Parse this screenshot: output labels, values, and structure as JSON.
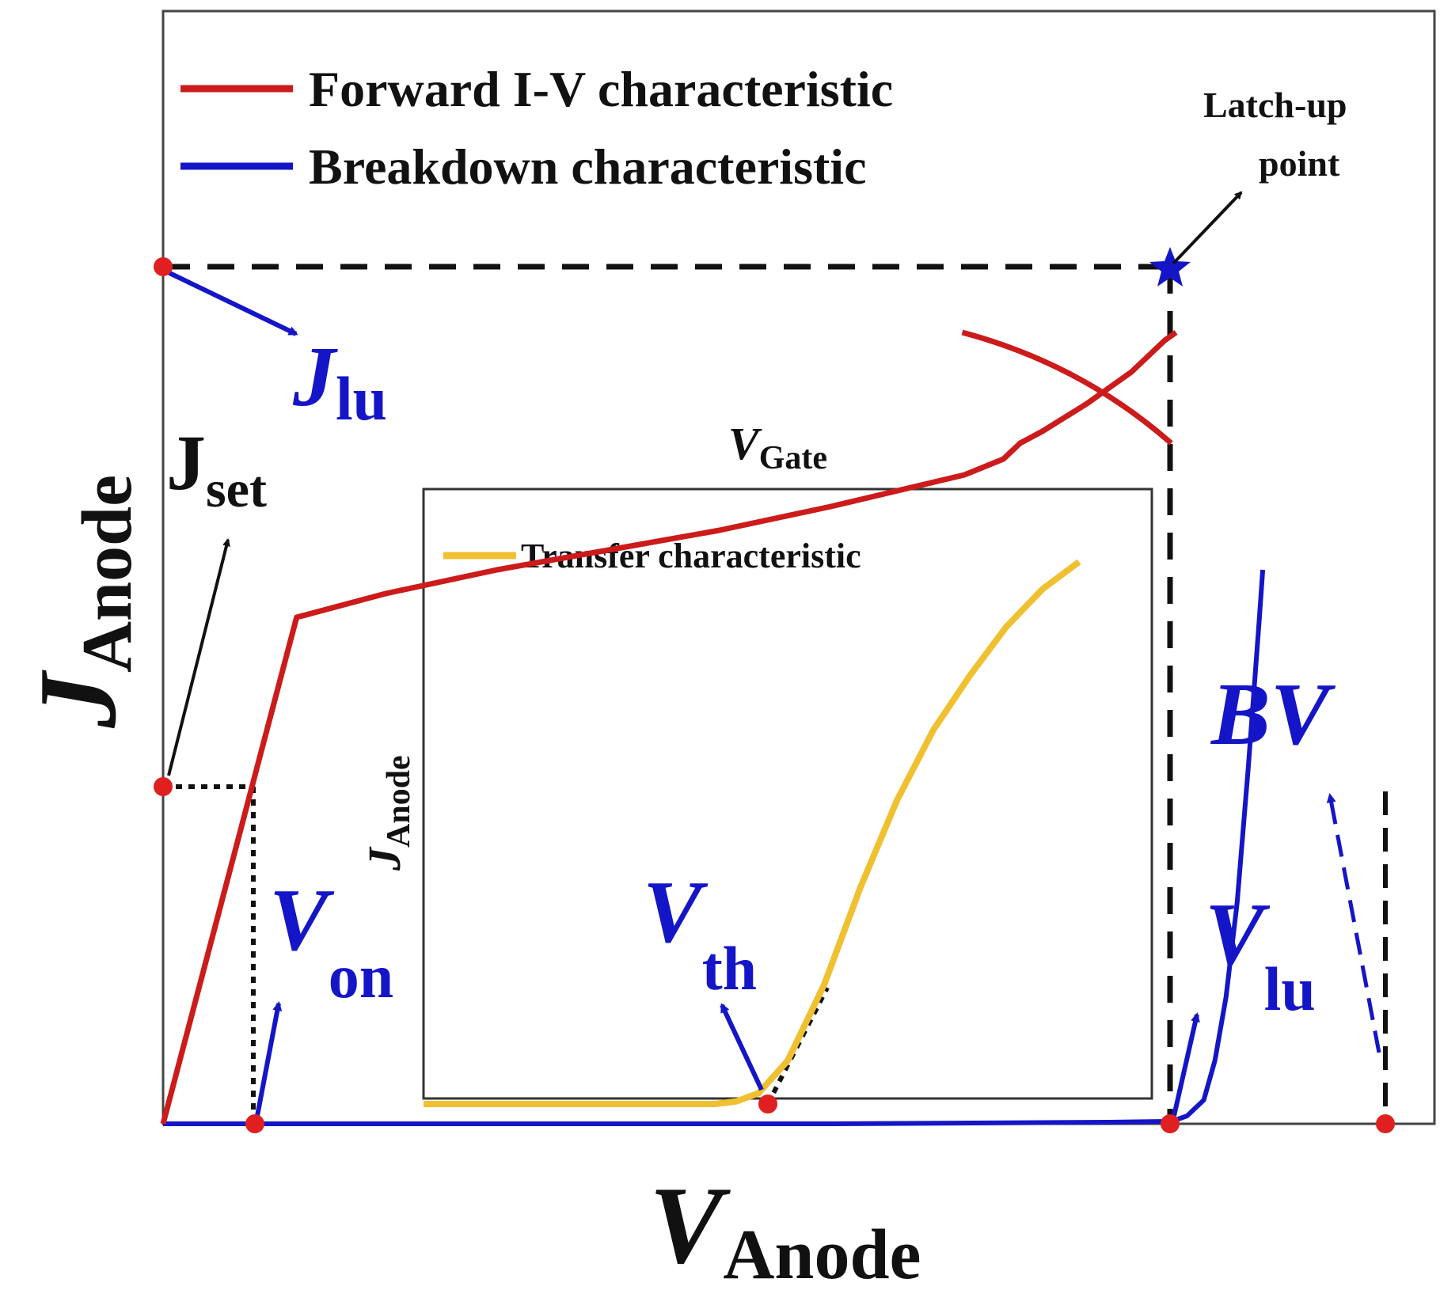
{
  "chart_data": {
    "type": "line",
    "schematic": true,
    "grid": false,
    "legend": {
      "placement": "top-left",
      "entries": [
        {
          "label": "Forward I-V characteristic",
          "color": "#cc1b1b"
        },
        {
          "label": "Breakdown characteristic",
          "color": "#1515c8"
        }
      ]
    },
    "axes": {
      "x": {
        "symbol": "V",
        "subscript": "Anode",
        "ticks": []
      },
      "y": {
        "symbol": "J",
        "subscript": "Anode",
        "ticks": []
      }
    },
    "series": [
      {
        "name": "Forward I-V characteristic",
        "color": "#cc1b1b",
        "x": [
          0.0,
          0.03,
          0.06,
          0.09,
          0.12,
          0.2,
          0.3,
          0.4,
          0.5,
          0.6,
          0.66,
          0.72,
          0.755,
          0.77,
          0.79,
          0.83,
          0.87,
          0.9,
          0.91
        ],
        "y": [
          0.0,
          0.16,
          0.32,
          0.48,
          0.64,
          0.67,
          0.7,
          0.725,
          0.75,
          0.78,
          0.8,
          0.82,
          0.84,
          0.86,
          0.875,
          0.91,
          0.95,
          0.99,
          1.0
        ]
      },
      {
        "name": "Breakdown characteristic",
        "color": "#1515c8",
        "x": [
          0.0,
          0.3,
          0.6,
          0.85,
          0.9,
          0.91,
          0.92,
          0.935,
          0.945,
          0.955,
          0.965,
          0.975,
          0.985,
          0.988
        ],
        "y": [
          0.0,
          0.0,
          0.0,
          0.002,
          0.003,
          0.005,
          0.01,
          0.03,
          0.08,
          0.16,
          0.28,
          0.45,
          0.64,
          0.7
        ]
      }
    ],
    "markers": {
      "latch_up_point": {
        "x": 0.91,
        "y": 0.84,
        "label_line1": "Latch-up",
        "label_line2": "point"
      },
      "J_set": {
        "y": 0.4
      },
      "J_lu": {
        "y": 0.84
      },
      "V_on": {
        "x": 0.075
      },
      "V_lu": {
        "x": 0.91
      },
      "BV": {
        "x": 0.988
      }
    },
    "annotations": {
      "J_set": {
        "main": "J",
        "sub": "set"
      },
      "J_lu": {
        "main": "J",
        "sub": "lu"
      },
      "V_on": {
        "main": "V",
        "sub": "on"
      },
      "V_lu": {
        "main": "V",
        "sub": "lu"
      },
      "BV": {
        "text": "BV"
      },
      "V_th": {
        "main": "V",
        "sub": "th"
      }
    },
    "inset": {
      "type": "line",
      "legend": {
        "placement": "top-left",
        "entries": [
          {
            "label": "Transfer characteristic",
            "color": "#f0c030"
          }
        ]
      },
      "axes": {
        "x": {
          "symbol": "V",
          "subscript": "Gate"
        },
        "y": {
          "symbol": "J",
          "subscript": "Anode"
        }
      },
      "series": [
        {
          "name": "Transfer characteristic",
          "color": "#f0c030",
          "x": [
            0.0,
            0.2,
            0.4,
            0.43,
            0.46,
            0.5,
            0.55,
            0.6,
            0.65,
            0.7,
            0.75,
            0.8,
            0.85,
            0.9
          ],
          "y": [
            0.0,
            0.0,
            0.0,
            0.005,
            0.02,
            0.08,
            0.22,
            0.4,
            0.56,
            0.69,
            0.79,
            0.88,
            0.95,
            1.0
          ]
        }
      ],
      "markers": {
        "V_th": {
          "x": 0.47
        }
      }
    }
  }
}
